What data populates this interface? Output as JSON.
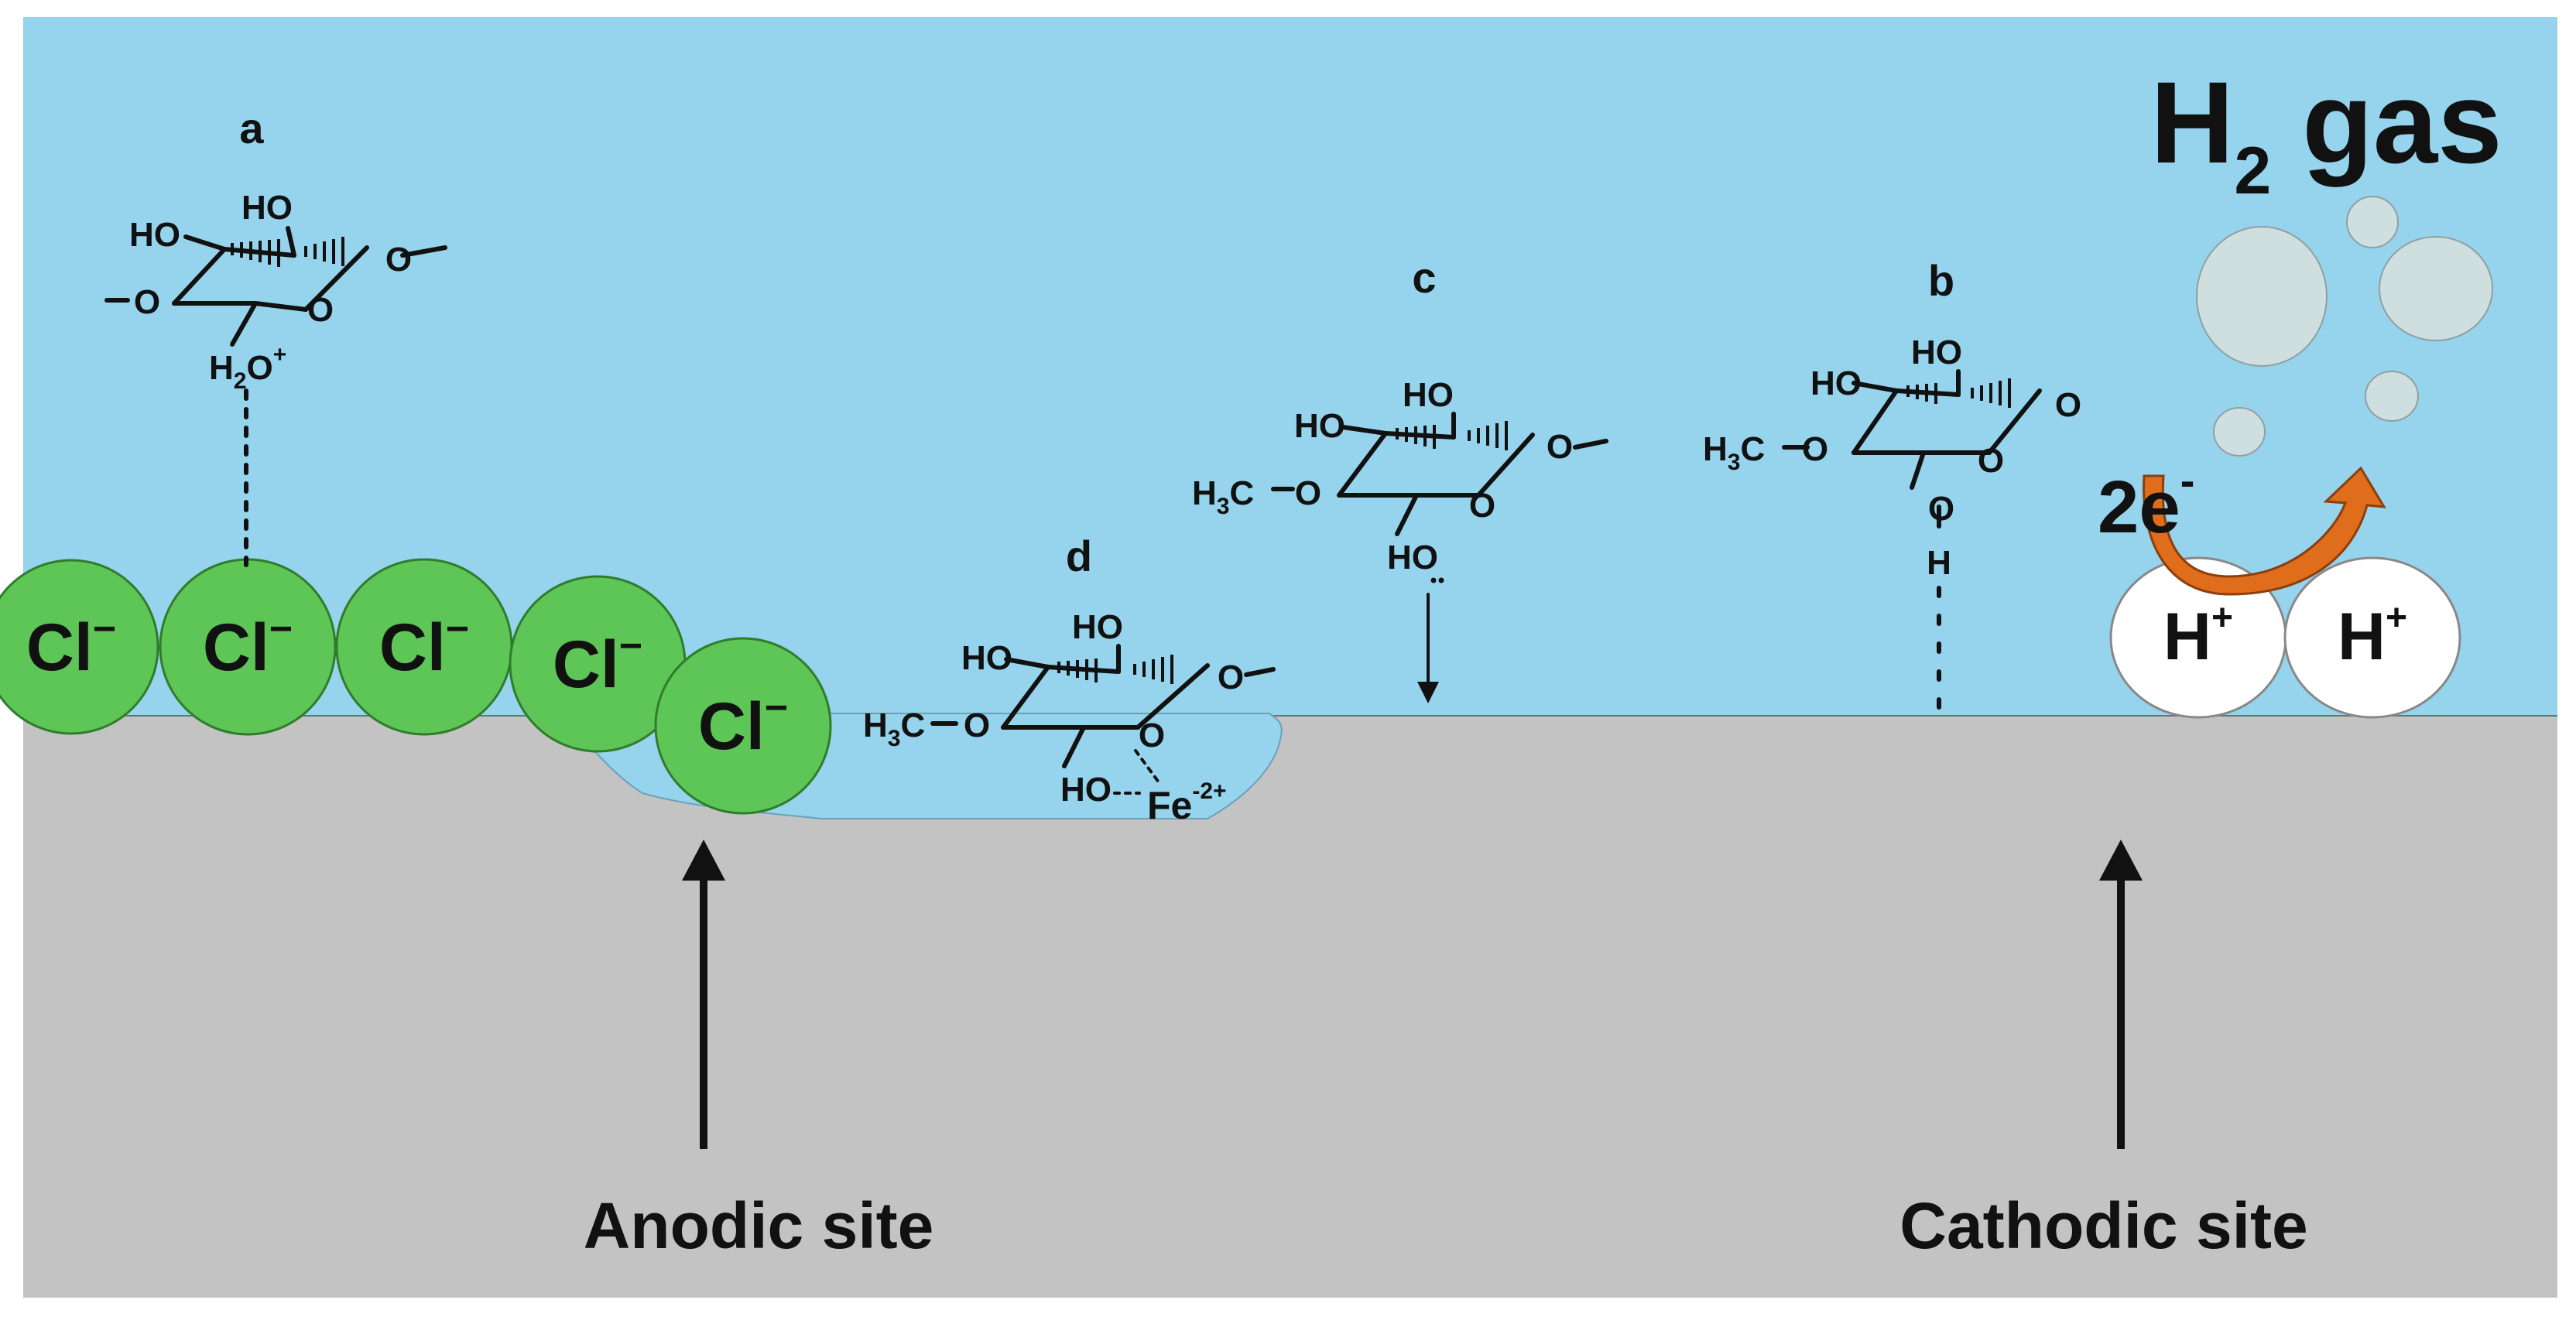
{
  "colors": {
    "solution": "#95d4ec",
    "metal": "#c3c3c3",
    "chloride": "#5ec557",
    "chloride_stroke": "#2f7d2b",
    "proton": "#ffffff",
    "bubble": "#cfdedf",
    "electron_arrow": "#e06d1b",
    "ink": "#111111"
  },
  "labels": {
    "a": "a",
    "b": "b",
    "c": "c",
    "d": "d",
    "anodic": "Anodic site",
    "cathodic": "Cathodic site",
    "h2": "H",
    "h2_sub": "2",
    "gas": "gas",
    "electrons": "2e",
    "electrons_sup": "-"
  },
  "ions": {
    "chloride": "Cl",
    "chloride_sup": "−",
    "proton": "H",
    "proton_sup": "+"
  },
  "molecule": {
    "ho": "HO",
    "o": "O",
    "h": "H",
    "h3c_main": "H",
    "h3c_sub": "3",
    "h3c_tail": "C",
    "h2o_main": "H",
    "h2o_sub": "2",
    "h2o_tail": "O",
    "h2o_sup": "+",
    "fe": "Fe",
    "fe_sup": "-2+"
  },
  "icons": [
    "chloride-ion",
    "proton-ion",
    "hydrogen-bubble",
    "electron-transfer-arrow",
    "up-arrow-icon"
  ]
}
